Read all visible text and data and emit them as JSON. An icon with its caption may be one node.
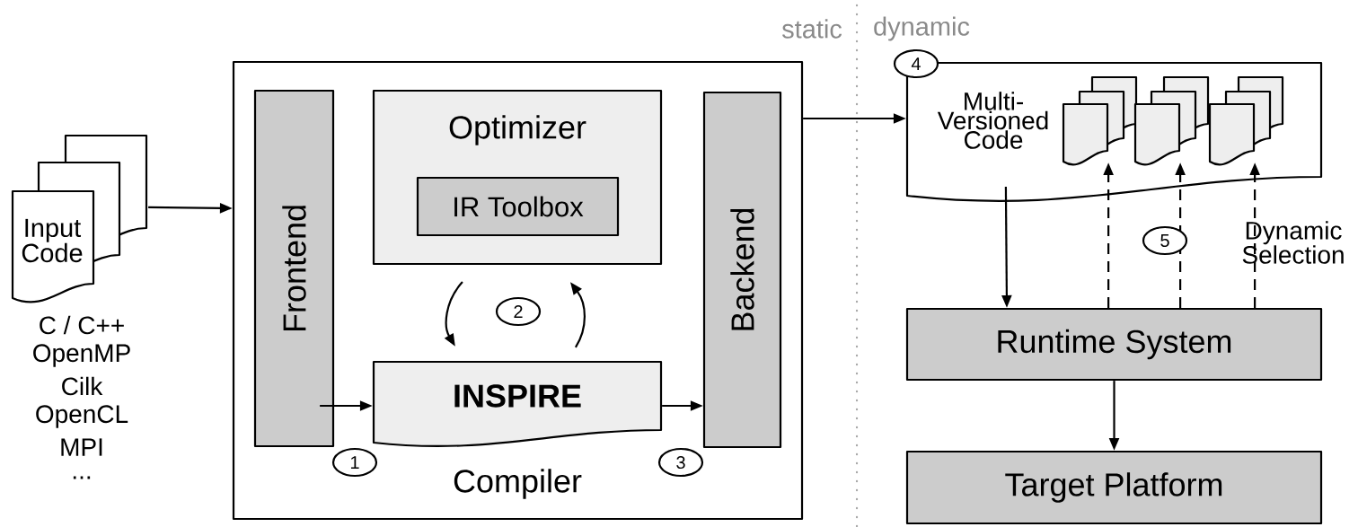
{
  "diagram": {
    "nodes": [
      {
        "text": [
          "Input Code"
        ],
        "beside": [
          "C / C++",
          "OpenMP",
          "Cilk",
          "OpenCL",
          "MPI",
          "..."
        ]
      },
      {
        "text": [
          "Compiler"
        ]
      },
      {
        "text": [
          "Frontend"
        ],
        "in": 1
      },
      {
        "text": [
          "Optimizer"
        ],
        "in": 1
      },
      {
        "text": [
          "IR Toolbox"
        ],
        "in": 3
      },
      {
        "text": [
          "INSPIRE"
        ],
        "in": 1
      },
      {
        "text": [
          "Backend"
        ],
        "in": 1
      },
      {
        "text": [
          "Multi- Versioned Code"
        ]
      },
      {
        "text": [],
        "shape": "document",
        "in": 7
      },
      {
        "text": [],
        "shape": "document",
        "in": 7
      },
      {
        "text": [],
        "shape": "document",
        "in": 7
      },
      {
        "text": [
          "Runtime System"
        ]
      },
      {
        "text": [
          "Target Platform"
        ]
      }
    ],
    "edges": [
      {
        "from": 0,
        "to": 1,
        "arrow": "to"
      },
      {
        "from": 2,
        "to": 5,
        "arrow": "to"
      },
      {
        "from": 5,
        "to": 6,
        "arrow": "to"
      },
      {
        "from": 3,
        "to": 5,
        "arrow": "to"
      },
      {
        "from": 5,
        "to": 3,
        "arrow": "to"
      },
      {
        "from": 1,
        "to": 7,
        "arrow": "to"
      },
      {
        "from": 7,
        "to": 11,
        "arrow": "to"
      },
      {
        "from": 11,
        "to": 8,
        "arrow": "to",
        "style": "dashed"
      },
      {
        "from": 11,
        "to": 9,
        "arrow": "to",
        "style": "dashed"
      },
      {
        "from": 11,
        "to": 10,
        "arrow": "to",
        "style": "dashed"
      },
      {
        "from": 11,
        "to": 12,
        "arrow": "to"
      }
    ],
    "labels": [
      "static",
      "dynamic",
      "4",
      "2",
      "5",
      "Dynamic Selection",
      "1",
      "3"
    ]
  }
}
